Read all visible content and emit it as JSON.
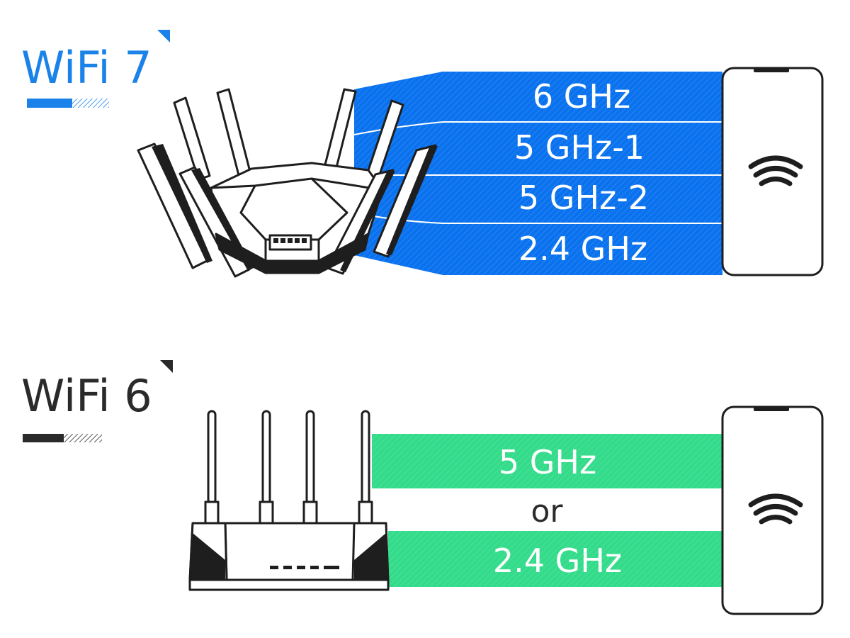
{
  "wifi7": {
    "title": "WiFi 7",
    "accent_color": "#1a82e8",
    "band_color": "#0a72ee",
    "bands": [
      "6 GHz",
      "5 GHz-1",
      "5 GHz-2",
      "2.4 GHz"
    ]
  },
  "wifi6": {
    "title": "WiFi 6",
    "accent_color": "#2a2a2a",
    "band_color": "#33db8a",
    "band_top": "5 GHz",
    "separator": "or",
    "band_bottom": "2.4 GHz"
  },
  "icons": {
    "router7": "router-icon",
    "router6": "router-icon",
    "phone": "smartphone-icon",
    "wifi": "wifi-icon"
  }
}
